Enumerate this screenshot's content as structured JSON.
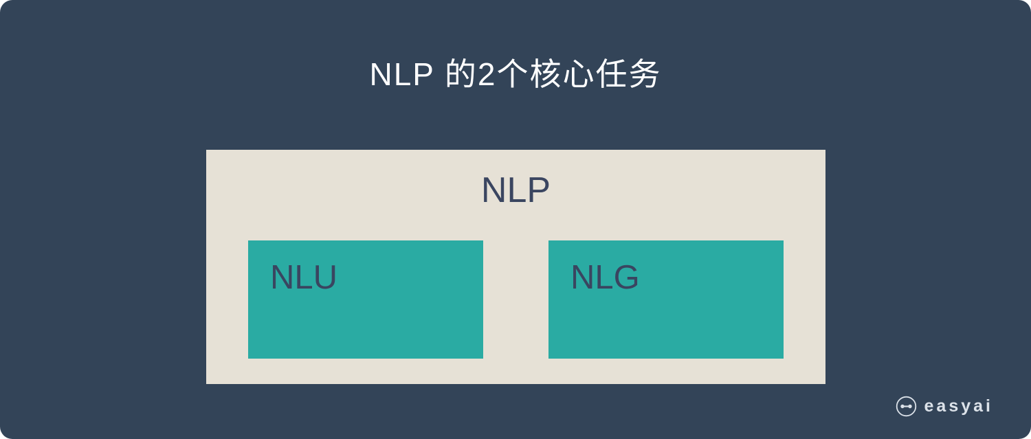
{
  "title": "NLP 的2个核心任务",
  "diagram": {
    "parent_label": "NLP",
    "children": [
      {
        "label": "NLU"
      },
      {
        "label": "NLG"
      }
    ]
  },
  "brand": {
    "name": "easyai",
    "icon": "robot-face-icon"
  },
  "colors": {
    "background": "#334458",
    "panel": "#e6e1d6",
    "task_box": "#2aaba3",
    "dark_text": "#3a4560",
    "title_text": "#ffffff",
    "brand_text": "#dce2e9"
  }
}
